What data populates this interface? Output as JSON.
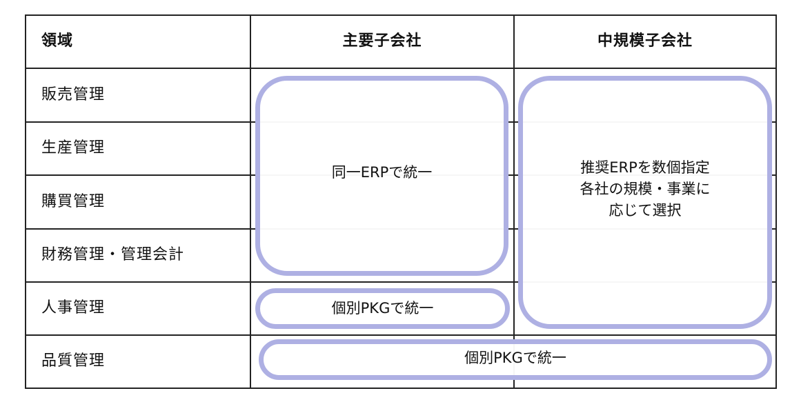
{
  "table": {
    "headers": {
      "area": "領域",
      "major": "主要子会社",
      "mid": "中規模子会社"
    },
    "rows": [
      "販売管理",
      "生産管理",
      "購買管理",
      "財務管理・管理会計",
      "人事管理",
      "品質管理"
    ]
  },
  "blocks": {
    "major_erp": "同一ERPで統一",
    "major_pkg": "個別PKGで統一",
    "mid_erp": "推奨ERPを数個指定\n各社の規模・事業に\n応じて選択",
    "quality_pkg": "個別PKGで統一"
  },
  "colors": {
    "block_border": "#aeb0e3",
    "grid_line": "#222222"
  }
}
